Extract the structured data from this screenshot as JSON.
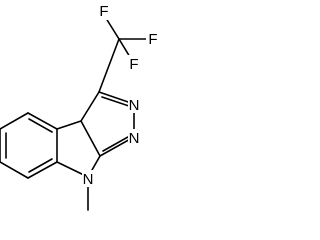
{
  "molecule": {
    "atoms": [
      {
        "id": "F1",
        "label": "F"
      },
      {
        "id": "F2",
        "label": "F"
      },
      {
        "id": "F3",
        "label": "F"
      },
      {
        "id": "N_top",
        "label": "N"
      },
      {
        "id": "N_mid",
        "label": "N"
      },
      {
        "id": "N_methyl",
        "label": "N"
      }
    ],
    "colors": {
      "bond": "#000000",
      "text": "#000000",
      "background": "#ffffff"
    }
  }
}
